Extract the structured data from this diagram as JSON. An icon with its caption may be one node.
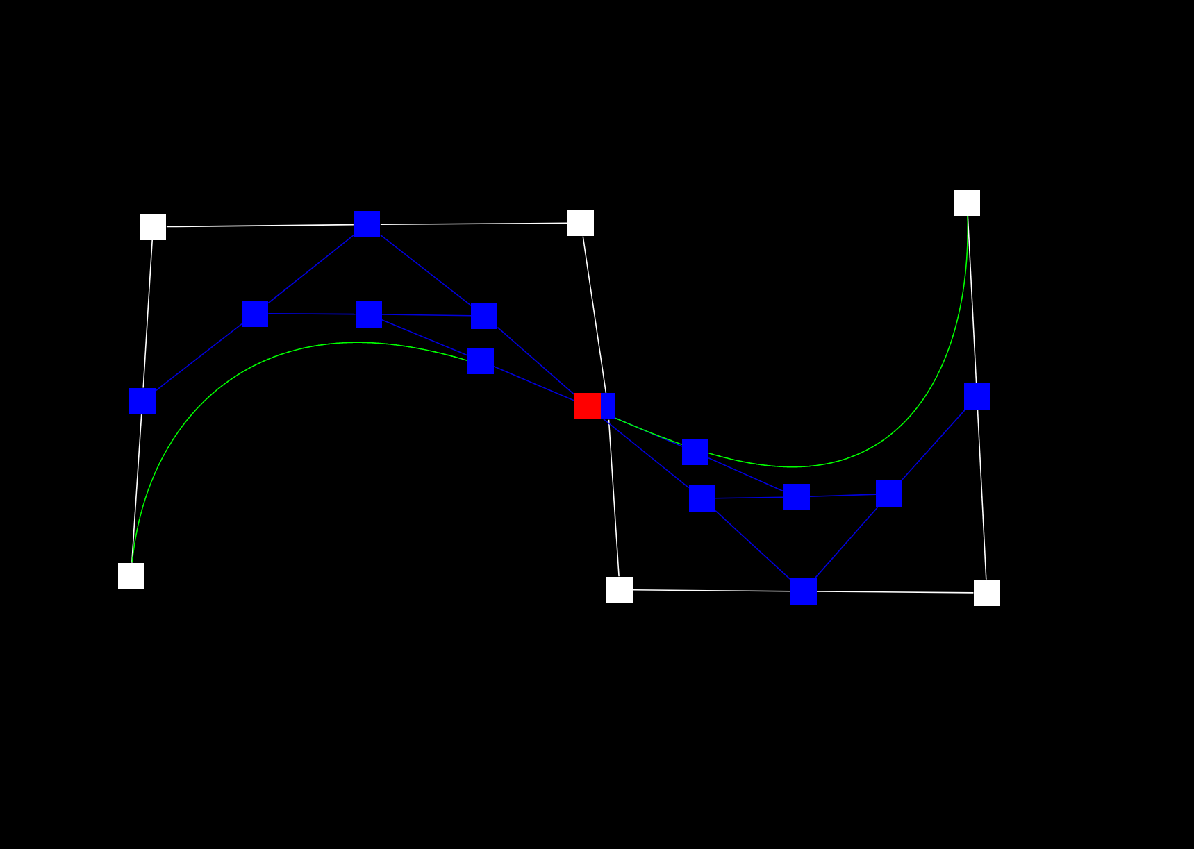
{
  "diagram": {
    "nodes": [
      {
        "text": [],
        "shape": "box"
      },
      {
        "text": [],
        "shape": "box"
      },
      {
        "text": [],
        "shape": "box"
      },
      {
        "text": [],
        "shape": "box"
      },
      {
        "text": [],
        "shape": "box"
      },
      {
        "text": [],
        "shape": "box"
      },
      {
        "text": [],
        "shape": "box"
      },
      {
        "text": [],
        "shape": "box"
      },
      {
        "text": [],
        "shape": "box"
      },
      {
        "text": [],
        "shape": "box"
      },
      {
        "text": [],
        "shape": "box"
      },
      {
        "text": [],
        "shape": "box"
      },
      {
        "text": [],
        "shape": "box"
      },
      {
        "text": [],
        "shape": "box"
      },
      {
        "text": [],
        "shape": "box"
      },
      {
        "text": [],
        "shape": "box"
      },
      {
        "text": [],
        "shape": "box"
      },
      {
        "text": [],
        "shape": "box"
      },
      {
        "text": [],
        "shape": "box"
      },
      {
        "text": [],
        "shape": "box"
      }
    ],
    "edges": [
      {
        "from": 0,
        "to": 1,
        "arrow": "none",
        "color": "#ffffff"
      },
      {
        "from": 1,
        "to": 2,
        "arrow": "none",
        "color": "#ffffff"
      },
      {
        "from": 2,
        "to": 4,
        "arrow": "none",
        "color": "#ffffff"
      },
      {
        "from": 4,
        "to": 8,
        "arrow": "none",
        "color": "#ffffff"
      },
      {
        "from": 8,
        "to": 10,
        "arrow": "none",
        "color": "#ffffff"
      },
      {
        "from": 10,
        "to": 11,
        "arrow": "none",
        "color": "#ffffff"
      },
      {
        "from": 11,
        "to": 15,
        "arrow": "none",
        "color": "#ffffff"
      },
      {
        "from": 15,
        "to": 19,
        "arrow": "none",
        "color": "#ffffff"
      },
      {
        "from": 19,
        "to": 18,
        "arrow": "none",
        "color": "#ffffff"
      },
      {
        "from": 18,
        "to": 17,
        "arrow": "none",
        "color": "#ffffff"
      },
      {
        "from": 1,
        "to": 3,
        "arrow": "none"
      },
      {
        "from": 3,
        "to": 4,
        "arrow": "none"
      },
      {
        "from": 4,
        "to": 7,
        "arrow": "none"
      },
      {
        "from": 7,
        "to": 9,
        "arrow": "none"
      },
      {
        "from": 9,
        "to": 13,
        "arrow": "none"
      },
      {
        "from": 13,
        "to": 15,
        "arrow": "none"
      },
      {
        "from": 15,
        "to": 16,
        "arrow": "none"
      },
      {
        "from": 16,
        "to": 18,
        "arrow": "none"
      },
      {
        "from": 3,
        "to": 5,
        "arrow": "none"
      },
      {
        "from": 5,
        "to": 7,
        "arrow": "none"
      },
      {
        "from": 13,
        "to": 14,
        "arrow": "none"
      },
      {
        "from": 14,
        "to": 16,
        "arrow": "none"
      },
      {
        "from": 5,
        "to": 6,
        "arrow": "none"
      },
      {
        "from": 6,
        "to": 9,
        "arrow": "none"
      },
      {
        "from": 9,
        "to": 12,
        "arrow": "none"
      },
      {
        "from": 12,
        "to": 14,
        "arrow": "none"
      },
      {
        "from": 0,
        "to": 6,
        "arrow": "none",
        "color": "#00ff00"
      },
      {
        "from": 10,
        "to": 12,
        "arrow": "none",
        "color": "#00ff00"
      },
      {
        "from": 12,
        "to": 17,
        "arrow": "none",
        "color": "#00ff00"
      }
    ]
  }
}
